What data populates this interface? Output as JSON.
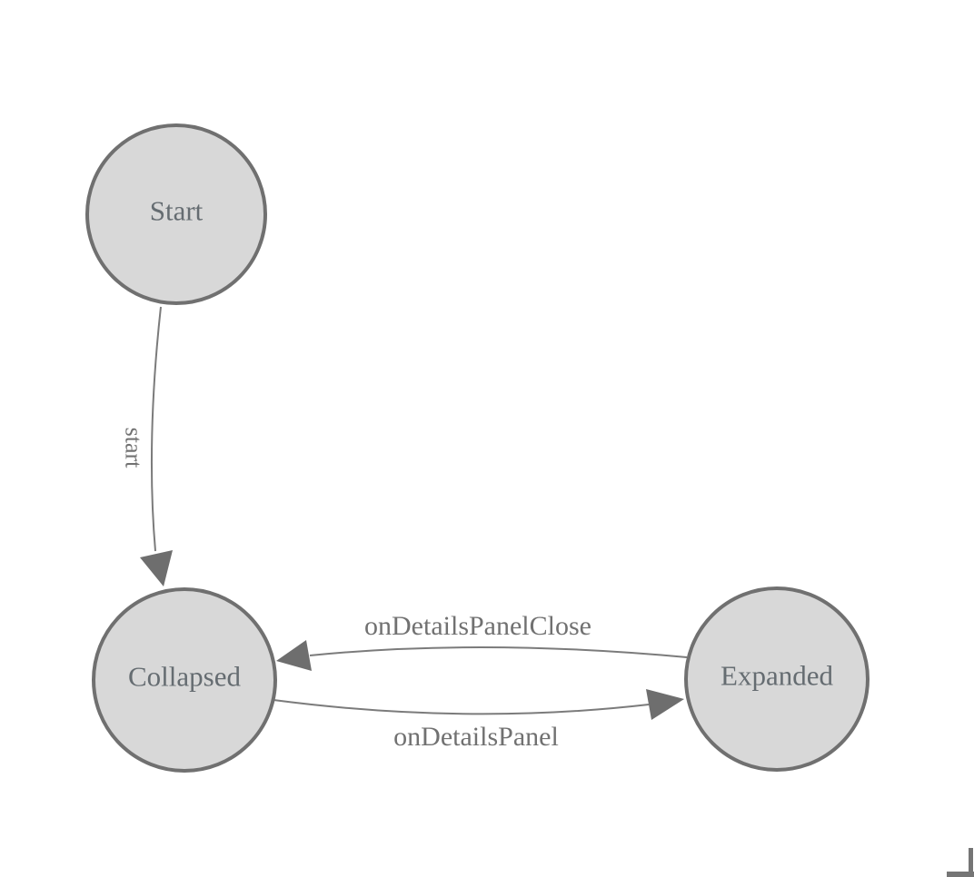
{
  "diagram": {
    "type": "state-machine",
    "background_color": "#ffffff",
    "states": [
      {
        "id": "start",
        "label": "Start"
      },
      {
        "id": "collapsed",
        "label": "Collapsed"
      },
      {
        "id": "expanded",
        "label": "Expanded"
      }
    ],
    "transitions": [
      {
        "from": "Start",
        "to": "Collapsed",
        "label": "start"
      },
      {
        "from": "Expanded",
        "to": "Collapsed",
        "label": "onDetailsPanelClose"
      },
      {
        "from": "Collapsed",
        "to": "Expanded",
        "label": "onDetailsPanel"
      }
    ],
    "colors": {
      "state_fill": "#d8d8d8",
      "state_stroke": "#707070",
      "edge_stroke": "#7b7b7b",
      "arrow_fill": "#6e6e6e",
      "state_label_text": "#656c71",
      "edge_label_text": "#717171",
      "corner_mark": "#757575"
    }
  }
}
